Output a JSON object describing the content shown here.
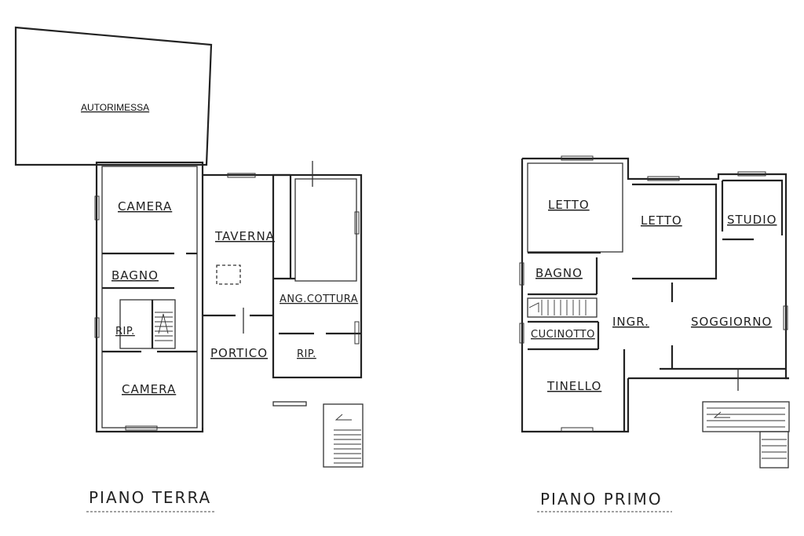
{
  "ground_floor": {
    "title": "PIANO TERRA",
    "rooms": {
      "garage": "AUTORIMESSA",
      "bedroom_top": "CAMERA",
      "bathroom": "BAGNO",
      "storage_left": "RIP.",
      "bedroom_bottom": "CAMERA",
      "tavern": "TAVERNA",
      "porch": "PORTICO",
      "kitchenette": "ANG.COTTURA",
      "storage_right": "RIP."
    }
  },
  "first_floor": {
    "title": "PIANO PRIMO",
    "rooms": {
      "bedroom_left": "LETTO",
      "bedroom_center": "LETTO",
      "study": "STUDIO",
      "bathroom": "BAGNO",
      "entrance": "INGR.",
      "living_room": "SOGGIORNO",
      "kitchenette": "CUCINOTTO",
      "dining": "TINELLO"
    }
  }
}
